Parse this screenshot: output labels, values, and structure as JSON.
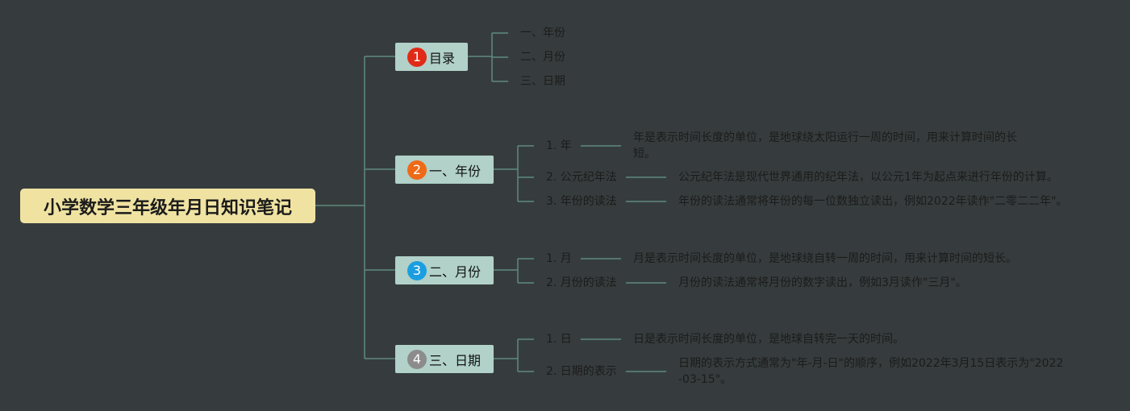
{
  "root": {
    "title": "小学数学三年级年月日知识笔记"
  },
  "colors": {
    "background": "#363c3d",
    "root_fill": "#f0e3a2",
    "branch_fill": "#b1d1c9",
    "line": "#5f8a7f",
    "badge_1": "#e02a17",
    "badge_2": "#ee6a17",
    "badge_3": "#1b9ee0",
    "badge_4": "#8c8c8c"
  },
  "branches": [
    {
      "badge": "1",
      "label": "目录",
      "items": [
        {
          "label": "一、年份"
        },
        {
          "label": "二、月份"
        },
        {
          "label": "三、日期"
        }
      ]
    },
    {
      "badge": "2",
      "label": "一、年份",
      "items": [
        {
          "label": "1. 年",
          "desc": "年是表示时间长度的单位，是地球绕太阳运行一周的时间，用来计算时间的长短。"
        },
        {
          "label": "2. 公元纪年法",
          "desc": "公元纪年法是现代世界通用的纪年法，以公元1年为起点来进行年份的计算。"
        },
        {
          "label": "3. 年份的读法",
          "desc": "年份的读法通常将年份的每一位数独立读出，例如2022年读作\"二零二二年\"。"
        }
      ]
    },
    {
      "badge": "3",
      "label": "二、月份",
      "items": [
        {
          "label": "1. 月",
          "desc": "月是表示时间长度的单位，是地球绕自转一周的时间，用来计算时间的短长。"
        },
        {
          "label": "2. 月份的读法",
          "desc": "月份的读法通常将月份的数字读出，例如3月读作\"三月\"。"
        }
      ]
    },
    {
      "badge": "4",
      "label": "三、日期",
      "items": [
        {
          "label": "1. 日",
          "desc": "日是表示时间长度的单位，是地球自转完一天的时间。"
        },
        {
          "label": "2. 日期的表示",
          "desc": "日期的表示方式通常为\"年-月-日\"的顺序，例如2022年3月15日表示为\"2022-03-15\"。"
        }
      ]
    }
  ]
}
